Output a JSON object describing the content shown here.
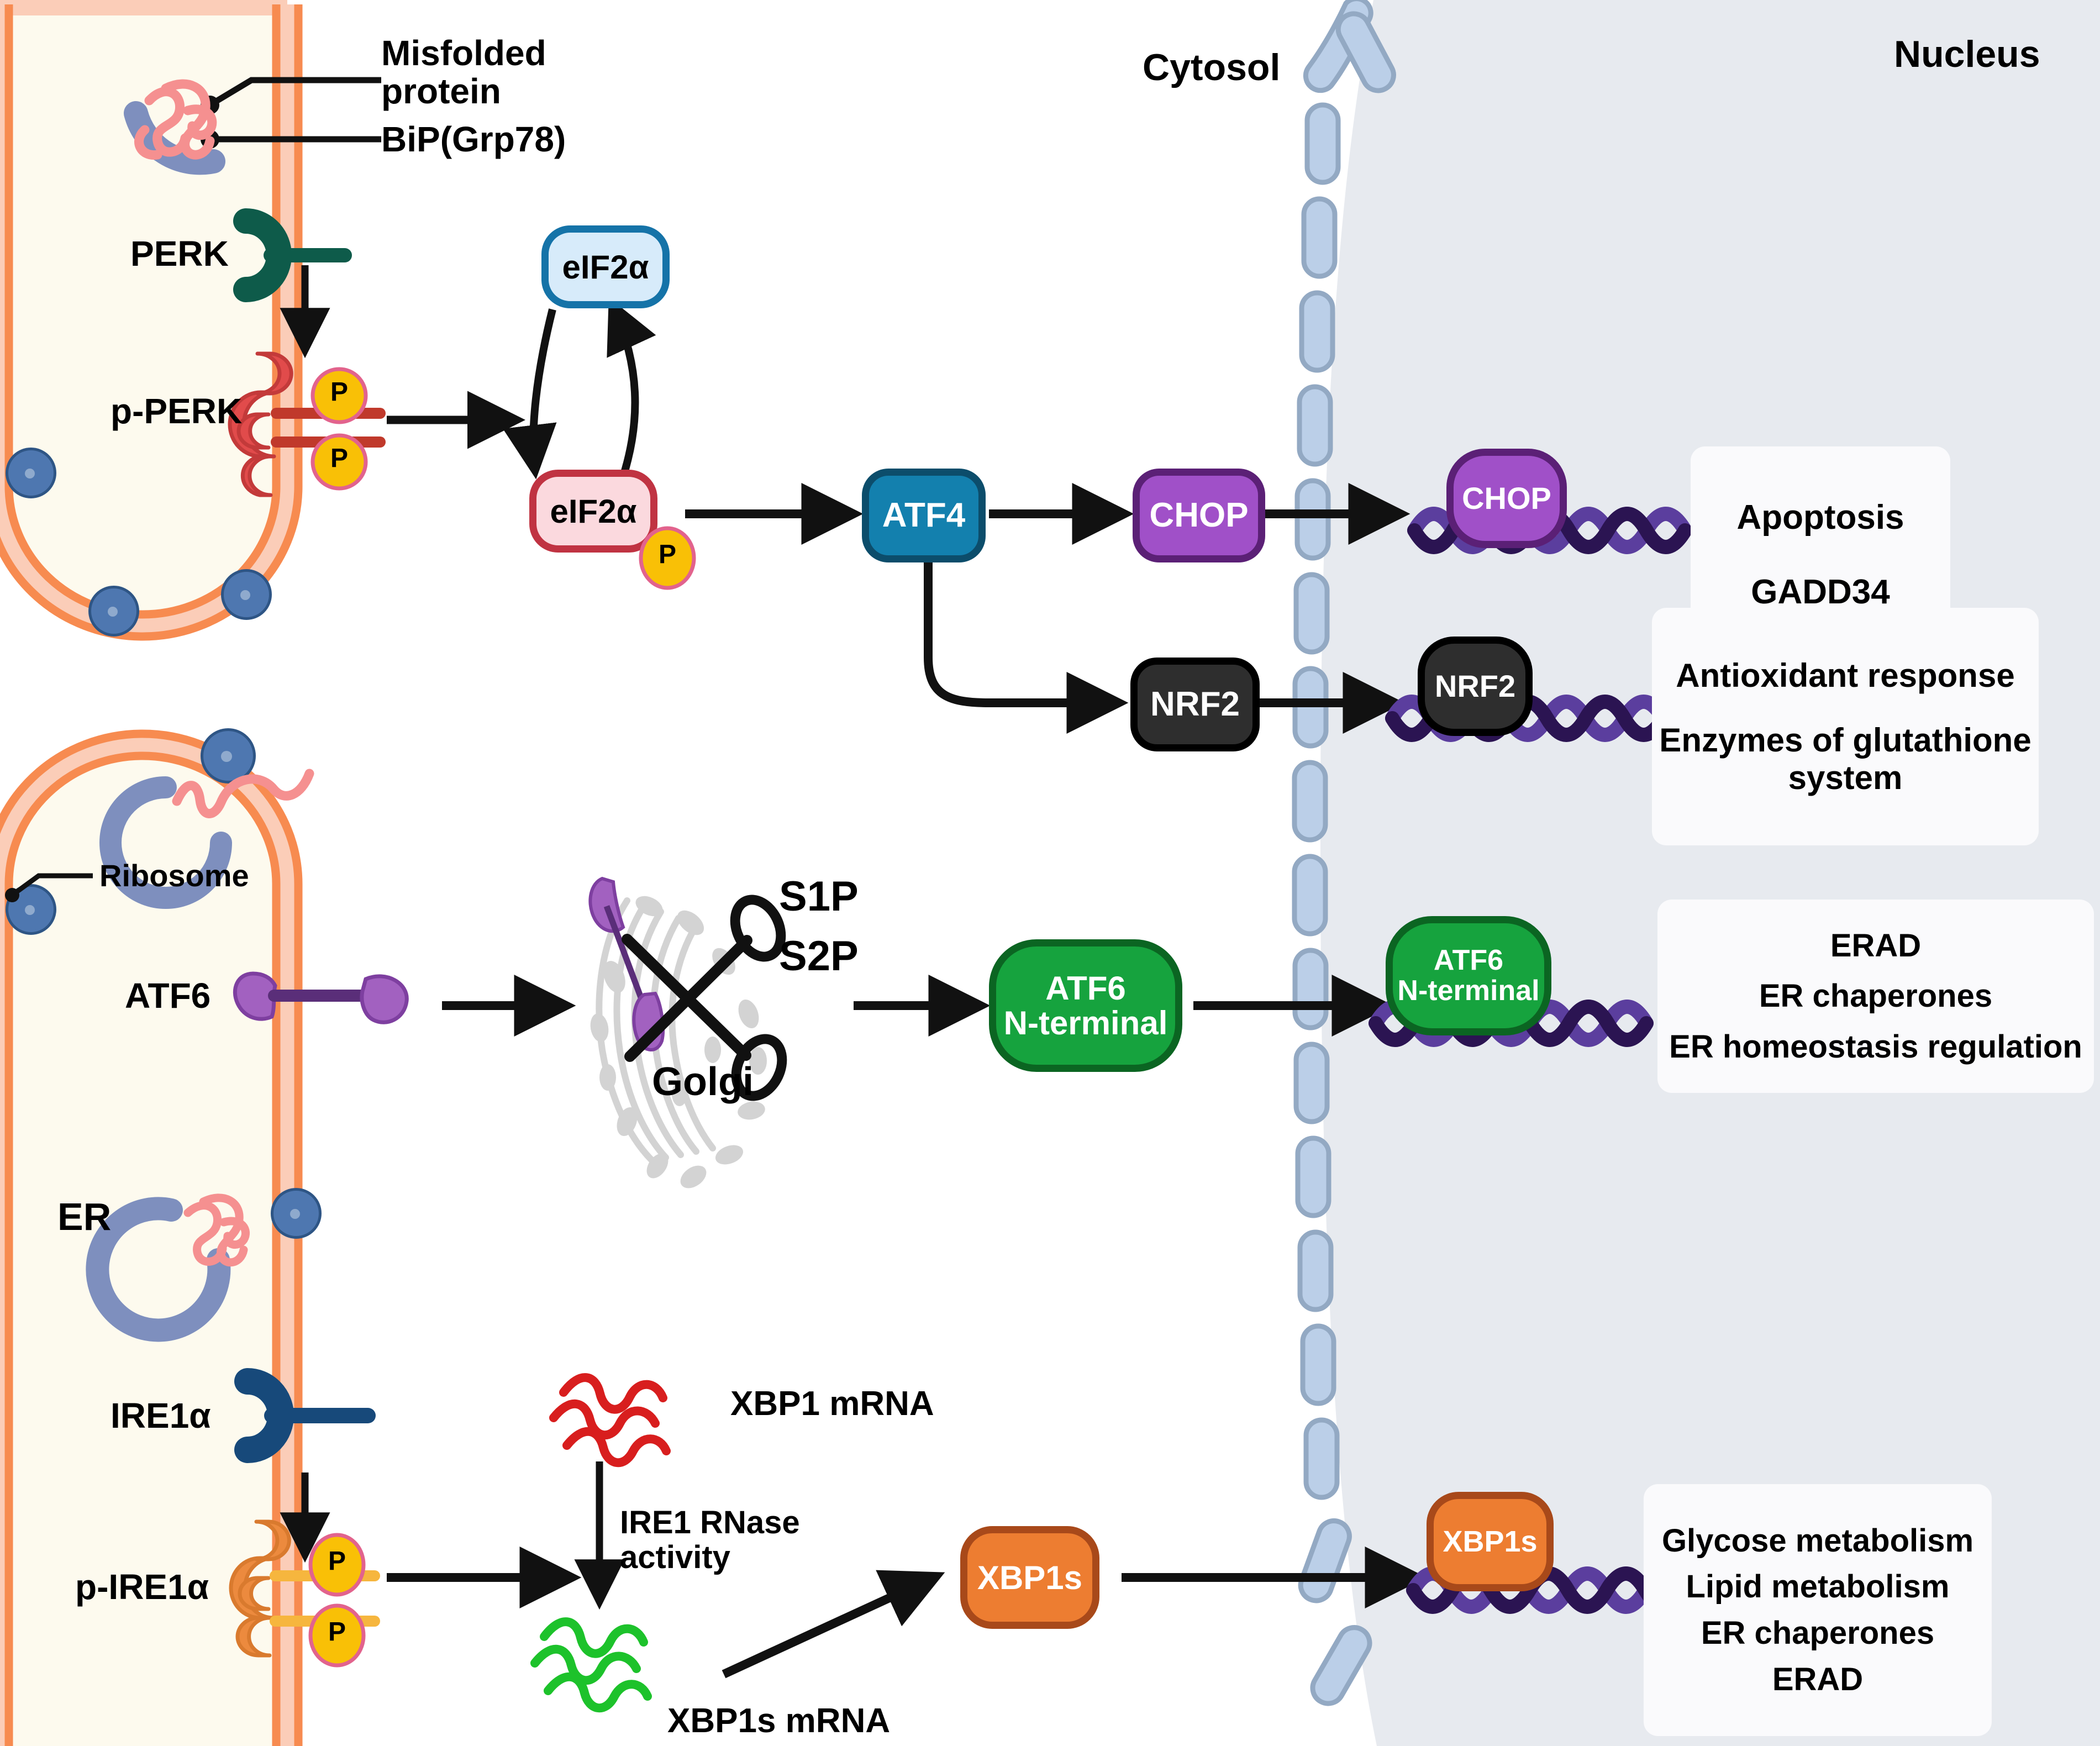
{
  "title": "Unfolded Protein Response (UPR) signaling pathway",
  "compartments": {
    "cytosol_label": "Cytosol",
    "nucleus_label": "Nucleus",
    "er_label": "ER"
  },
  "er_top": {
    "callouts": [
      {
        "name": "misfolded-protein",
        "label": "Misfolded\nprotein"
      },
      {
        "name": "bip-grp78",
        "label": "BiP(Grp78)"
      }
    ],
    "receptors": [
      {
        "name": "perk",
        "label": "PERK",
        "color": "#0E5B4A"
      },
      {
        "name": "p-perk",
        "label": "p-PERK",
        "color": "#E14B4B"
      }
    ],
    "phosphate_label": "P"
  },
  "er_bottom": {
    "ribosome_label": "Ribosome",
    "atf6_label": "ATF6",
    "receptors": [
      {
        "name": "ire1a",
        "label": "IRE1α",
        "color": "#17497A"
      },
      {
        "name": "p-ire1a",
        "label": "p-IRE1α",
        "color": "#EC8A3E"
      }
    ],
    "phosphate_label": "P"
  },
  "nodes": {
    "eif2a_unphos": {
      "label": "eIF2α",
      "fill": "#D7EBFA",
      "stroke": "#1573A8",
      "text": "#000000"
    },
    "eif2a_phos": {
      "label": "eIF2α",
      "fill": "#FBD9DE",
      "stroke": "#C03342",
      "text": "#000000"
    },
    "atf4": {
      "label": "ATF4",
      "fill": "#1380AE",
      "stroke": "#0C4D6B",
      "text": "#FFFFFF"
    },
    "chop": {
      "label": "CHOP",
      "fill": "#A050C8",
      "stroke": "#5B2076",
      "text": "#FFFFFF"
    },
    "nrf2": {
      "label": "NRF2",
      "fill": "#2E2E2E",
      "stroke": "#000000",
      "text": "#FFFFFF"
    },
    "chop_nuc": {
      "label": "CHOP",
      "fill": "#A050C8",
      "stroke": "#5B2076",
      "text": "#FFFFFF"
    },
    "nrf2_nuc": {
      "label": "NRF2",
      "fill": "#2E2E2E",
      "stroke": "#000000",
      "text": "#FFFFFF"
    },
    "atf6_nterm": {
      "label": "ATF6\nN-terminal",
      "fill": "#16A33E",
      "stroke": "#0B6522",
      "text": "#FFFFFF"
    },
    "atf6_nterm_nuc": {
      "label": "ATF6\nN-terminal",
      "fill": "#16A33E",
      "stroke": "#0B6522",
      "text": "#FFFFFF"
    },
    "xbp1s": {
      "label": "XBP1s",
      "fill": "#ED7D31",
      "stroke": "#A8491A",
      "text": "#FFFFFF"
    },
    "xbp1s_nuc": {
      "label": "XBP1s",
      "fill": "#ED7D31",
      "stroke": "#A8491A",
      "text": "#FFFFFF"
    }
  },
  "golgi": {
    "label": "Golgi",
    "protease_s1p": "S1P",
    "protease_s2p": "S2P"
  },
  "rna": {
    "xbp1_mrna_label": "XBP1 mRNA",
    "xbp1_mrna_color": "#D81E1E",
    "xbp1s_mrna_label": "XBP1s mRNA",
    "xbp1s_mrna_color": "#1DC22B",
    "ire1_rnase_label": "IRE1 RNase\nactivity"
  },
  "outcome_boxes": [
    {
      "name": "chop-targets",
      "lines": [
        "Apoptosis",
        "",
        "GADD34"
      ]
    },
    {
      "name": "nrf2-targets",
      "lines": [
        "Antioxidant response",
        "",
        "Enzymes of glutathione",
        "system"
      ]
    },
    {
      "name": "atf6-targets",
      "lines": [
        "ERAD",
        "ER chaperones",
        "ER  homeostasis regulation"
      ]
    },
    {
      "name": "xbp1s-targets",
      "lines": [
        "Glycose metabolism",
        "Lipid metabolism",
        "ER chaperones",
        "ERAD"
      ]
    }
  ],
  "colors": {
    "er_membrane_outer": "#F78B50",
    "er_membrane_inner": "#FBCDB8",
    "er_lumen": "#FDFAEE",
    "nucleus_fill": "#E7EAEF",
    "nuclear_pore": "#BBCFE8",
    "nuclear_pore_border": "#93A9C3",
    "dna_strand_dark": "#2B1452",
    "dna_strand_light": "#5B3E9E",
    "ribosome": "#4E77B0",
    "phosphate": "#F9C006",
    "misfolded_protein": "#F59090",
    "bip_chaperone": "#7E8FBE",
    "atf6_protein": "#A261C0",
    "arrow": "#111111"
  }
}
